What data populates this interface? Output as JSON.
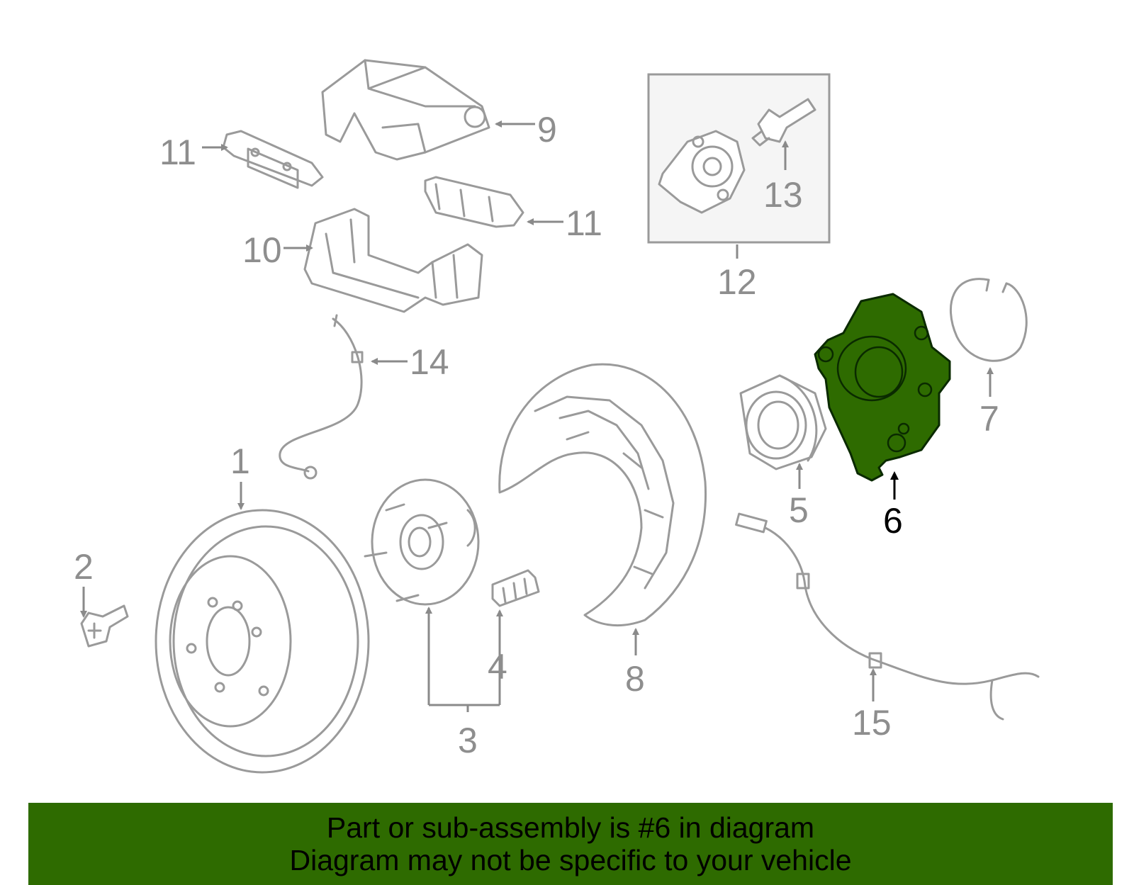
{
  "diagram": {
    "highlighted_part": "6",
    "highlight_color": "#2e6b00",
    "callouts": {
      "c1": "1",
      "c2": "2",
      "c3": "3",
      "c4": "4",
      "c5": "5",
      "c6": "6",
      "c7": "7",
      "c8": "8",
      "c9": "9",
      "c10": "10",
      "c11a": "11",
      "c11b": "11",
      "c12": "12",
      "c13": "13",
      "c14": "14",
      "c15": "15"
    }
  },
  "banner": {
    "line1": "Part or sub-assembly is #6 in diagram",
    "line2": "Diagram may not be specific to your vehicle",
    "color": "#2e6b00"
  }
}
